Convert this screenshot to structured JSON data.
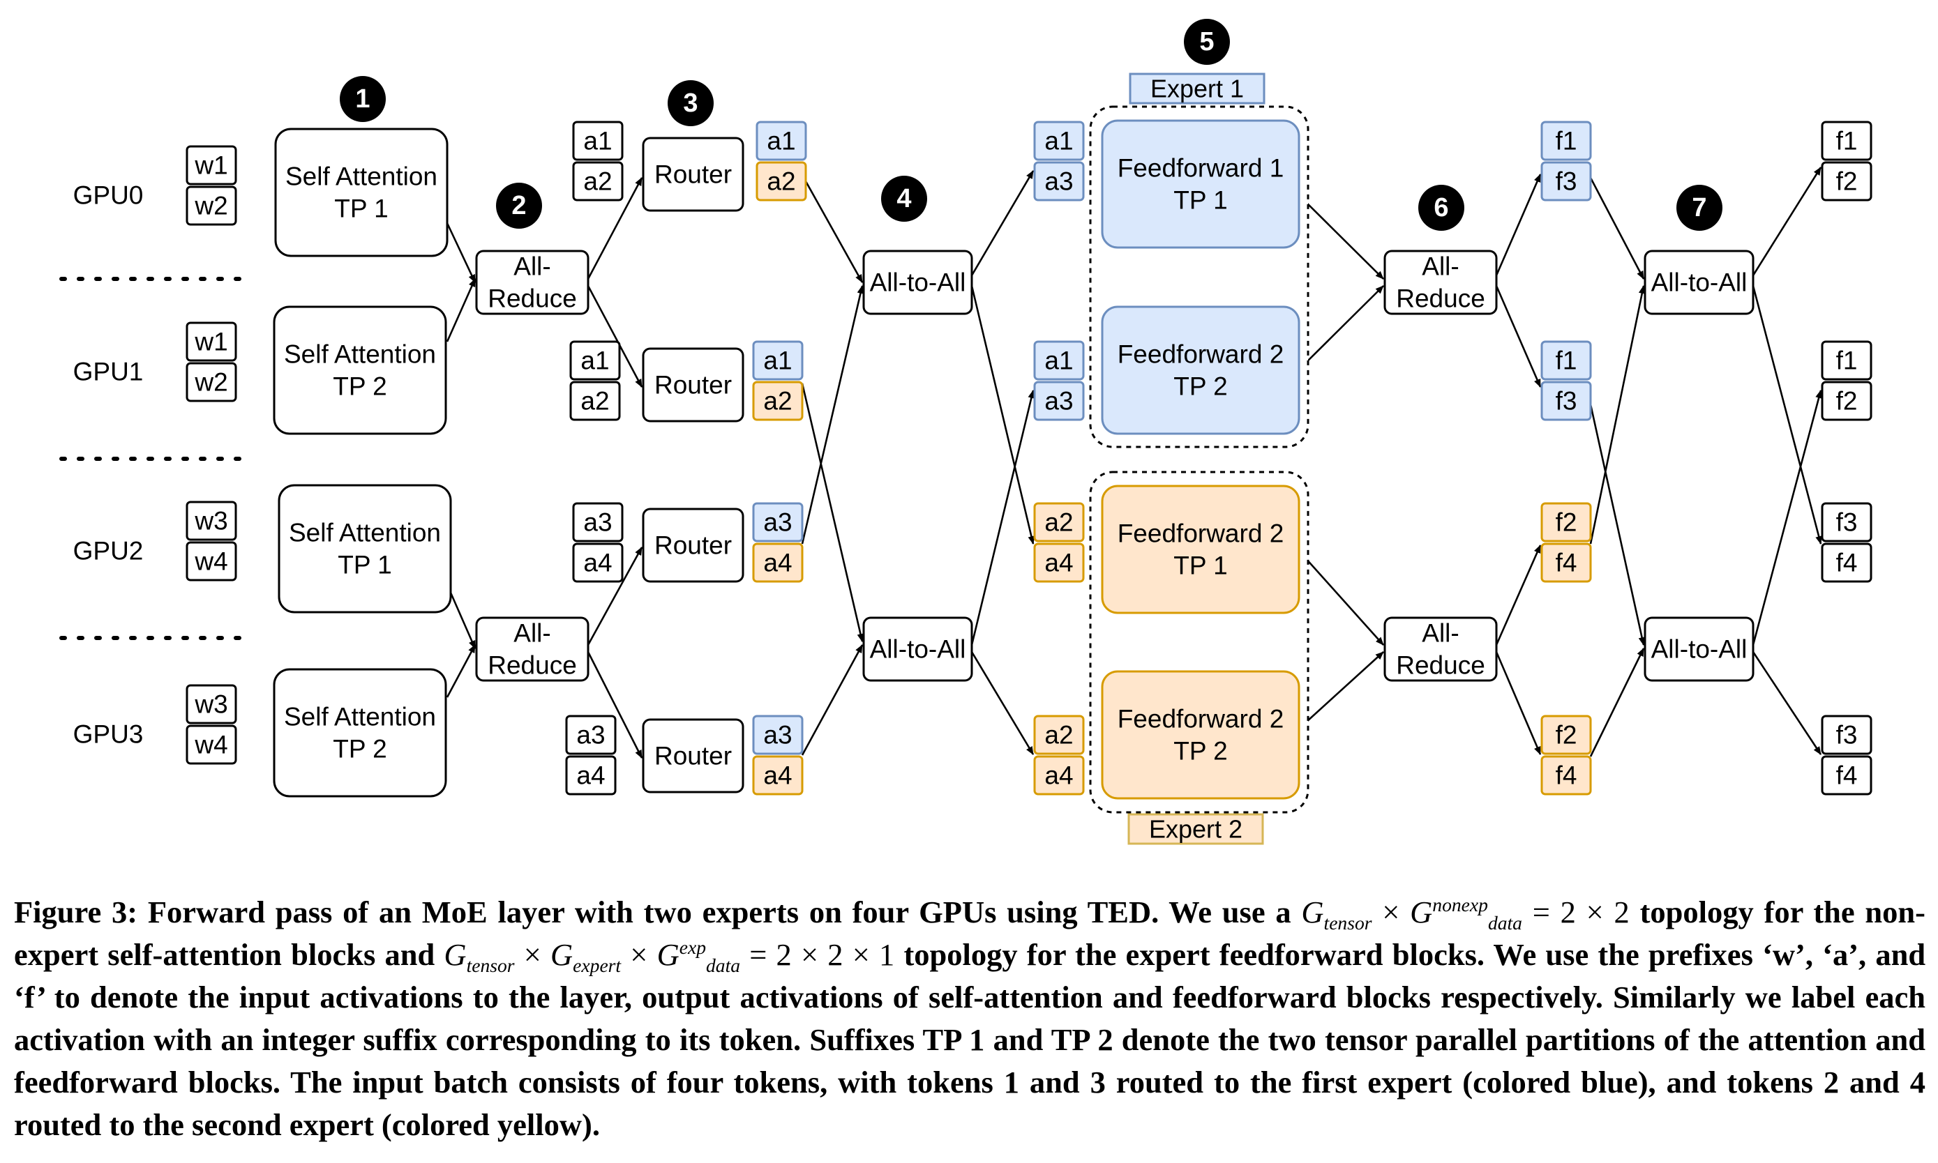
{
  "gpus": [
    "GPU0",
    "GPU1",
    "GPU2",
    "GPU3"
  ],
  "step_badges": [
    "1",
    "2",
    "3",
    "4",
    "5",
    "6",
    "7"
  ],
  "weights": [
    [
      "w1",
      "w2"
    ],
    [
      "w1",
      "w2"
    ],
    [
      "w3",
      "w4"
    ],
    [
      "w3",
      "w4"
    ]
  ],
  "self_attention": [
    [
      "Self Attention",
      "TP 1"
    ],
    [
      "Self Attention",
      "TP 2"
    ],
    [
      "Self Attention",
      "TP 1"
    ],
    [
      "Self Attention",
      "TP 2"
    ]
  ],
  "all_reduce": [
    "All-",
    "Reduce"
  ],
  "router_inputs": [
    [
      "a1",
      "a2"
    ],
    [
      "a1",
      "a2"
    ],
    [
      "a3",
      "a4"
    ],
    [
      "a3",
      "a4"
    ]
  ],
  "router": "Router",
  "router_outputs": [
    [
      "a1",
      "a2"
    ],
    [
      "a1",
      "a2"
    ],
    [
      "a3",
      "a4"
    ],
    [
      "a3",
      "a4"
    ]
  ],
  "all_to_all": "All-to-All",
  "expert_inputs": [
    [
      "a1",
      "a3"
    ],
    [
      "a1",
      "a3"
    ],
    [
      "a2",
      "a4"
    ],
    [
      "a2",
      "a4"
    ]
  ],
  "feedforward": [
    [
      "Feedforward 1",
      "TP 1"
    ],
    [
      "Feedforward 2",
      "TP 2"
    ],
    [
      "Feedforward 2",
      "TP 1"
    ],
    [
      "Feedforward 2",
      "TP 2"
    ]
  ],
  "expert_labels": [
    "Expert 1",
    "Expert 2"
  ],
  "ff_outputs": [
    [
      "f1",
      "f3"
    ],
    [
      "f1",
      "f3"
    ],
    [
      "f2",
      "f4"
    ],
    [
      "f2",
      "f4"
    ]
  ],
  "final_outputs": [
    [
      "f1",
      "f2"
    ],
    [
      "f1",
      "f2"
    ],
    [
      "f3",
      "f4"
    ],
    [
      "f3",
      "f4"
    ]
  ],
  "colors": {
    "blue_fill": "#dae8fc",
    "blue_stroke": "#6c8ebf",
    "orange_fill": "#ffe6cc",
    "orange_stroke": "#d79b00",
    "label_stroke": "#d6b656"
  },
  "caption": {
    "lead": "Figure 3: Forward pass of an MoE layer with two experts on four GPUs using TED. We use a",
    "topology1": "= 2 × 2",
    "mid1": "topology for the non-expert self-attention blocks and",
    "topology2": "= 2 × 2 × 1",
    "mid2": "topology for the expert feedforward blocks. We use the prefixes ‘w’, ‘a’, and ‘f’ to denote the input activations to the layer, output activations of self-attention and feedforward blocks respectively. Similarly we label each activation with an integer suffix corresponding to its token. Suffixes TP 1 and TP 2 denote the two tensor parallel partitions of the attention and feedforward blocks. The input batch consists of four tokens, with tokens 1 and 3 routed to the first expert (colored blue), and tokens 2 and 4 routed to the second expert (colored yellow).",
    "g": "G",
    "sub_tensor": "tensor",
    "sub_expert": "expert",
    "sub_data": "data",
    "sup_nonexp": "nonexp",
    "sup_exp": "exp",
    "times": "×"
  }
}
